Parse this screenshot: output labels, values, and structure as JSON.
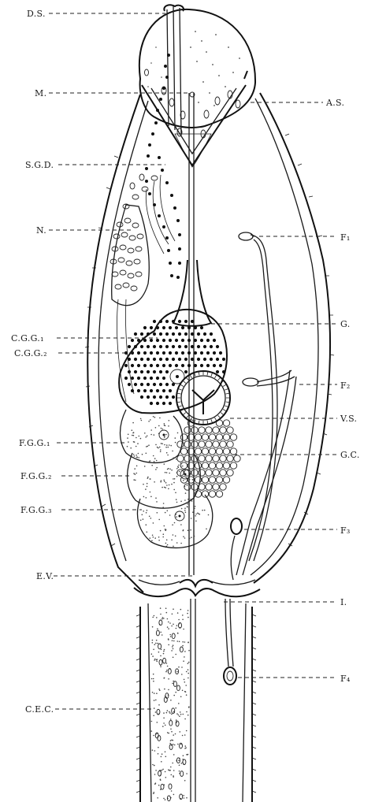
{
  "labels": {
    "ds": "D.S.",
    "m": "M.",
    "as": "A.S.",
    "sgd": "S.G.D.",
    "n": "N.",
    "f1": "F₁",
    "g": "G.",
    "cgg1": "C.G.G.₁",
    "cgg2": "C.G.G.₂",
    "f2": "F₂",
    "vs": "V.S.",
    "fgg1": "F.G.G.₁",
    "gc": "G.C.",
    "fgg2": "F.G.G.₂",
    "fgg3": "F.G.G.₃",
    "f3": "F₃",
    "ev": "E.V.",
    "i": "I.",
    "f4": "F₄",
    "cec": "C.E.C."
  }
}
